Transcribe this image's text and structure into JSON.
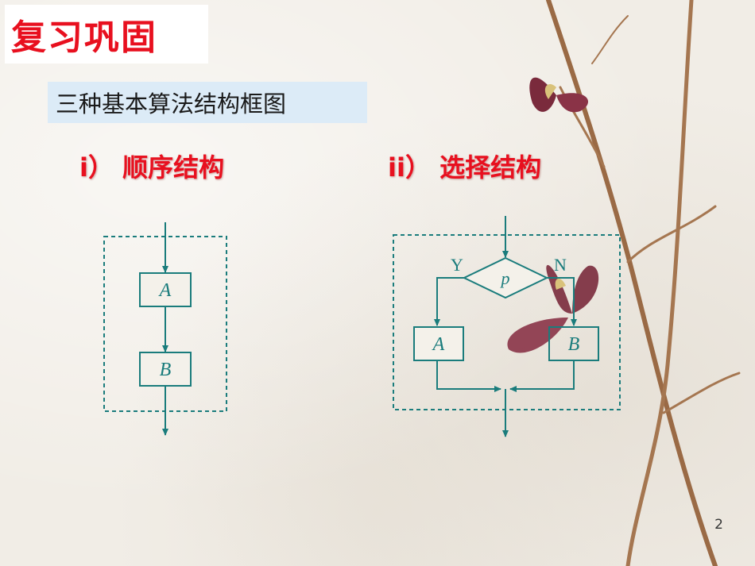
{
  "slide": {
    "title": "复习巩固",
    "subtitle": "三种基本算法结构框图",
    "page_number": "2"
  },
  "sequence": {
    "label": "i） 顺序结构",
    "box_a": "A",
    "box_b": "B"
  },
  "selection": {
    "label": "ii） 选择结构",
    "condition": "p",
    "yes_label": "Y",
    "no_label": "N",
    "box_a": "A",
    "box_b": "B"
  },
  "colors": {
    "flow_line": "#1a7c7c",
    "title": "#e8101f",
    "subtitle_bg": "#dcebf7"
  }
}
